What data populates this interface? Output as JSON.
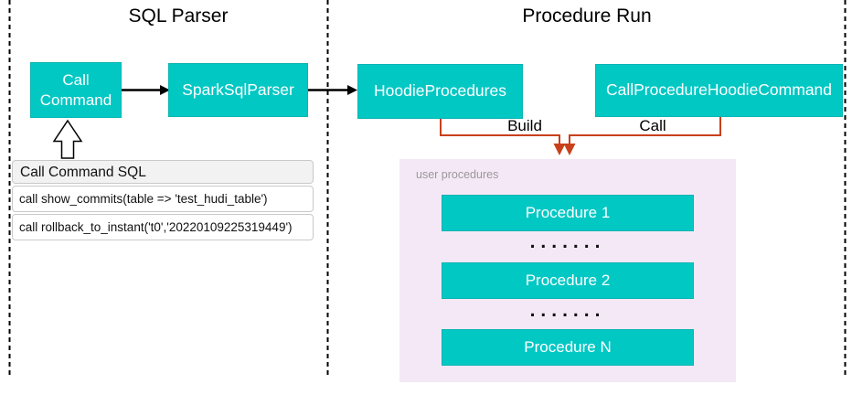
{
  "sections": [
    {
      "title": "SQL Parser"
    },
    {
      "title": "Procedure Run"
    }
  ],
  "nodes": {
    "call_command": {
      "label": "Call Command"
    },
    "spark_sql_parser": {
      "label": "SparkSqlParser"
    },
    "hoodie_procedures": {
      "label": "HoodieProcedures"
    },
    "call_procedure_hoodie_command": {
      "label": "CallProcedureHoodieCommand"
    }
  },
  "edge_labels": {
    "build": "Build",
    "call": "Call"
  },
  "sql_table": {
    "header": "Call Command SQL",
    "rows": [
      "call show_commits(table => 'test_hudi_table')",
      "call rollback_to_instant('t0','20220109225319449')"
    ]
  },
  "user_procedures": {
    "label": "user procedures",
    "items": [
      "Procedure 1",
      "Procedure 2",
      "Procedure N"
    ],
    "ellipsis": "......."
  },
  "colors": {
    "node_teal": "#02c8c4",
    "connector_orange": "#c8411b",
    "panel_lavender": "#f5e8f6",
    "line_black": "#000000"
  }
}
